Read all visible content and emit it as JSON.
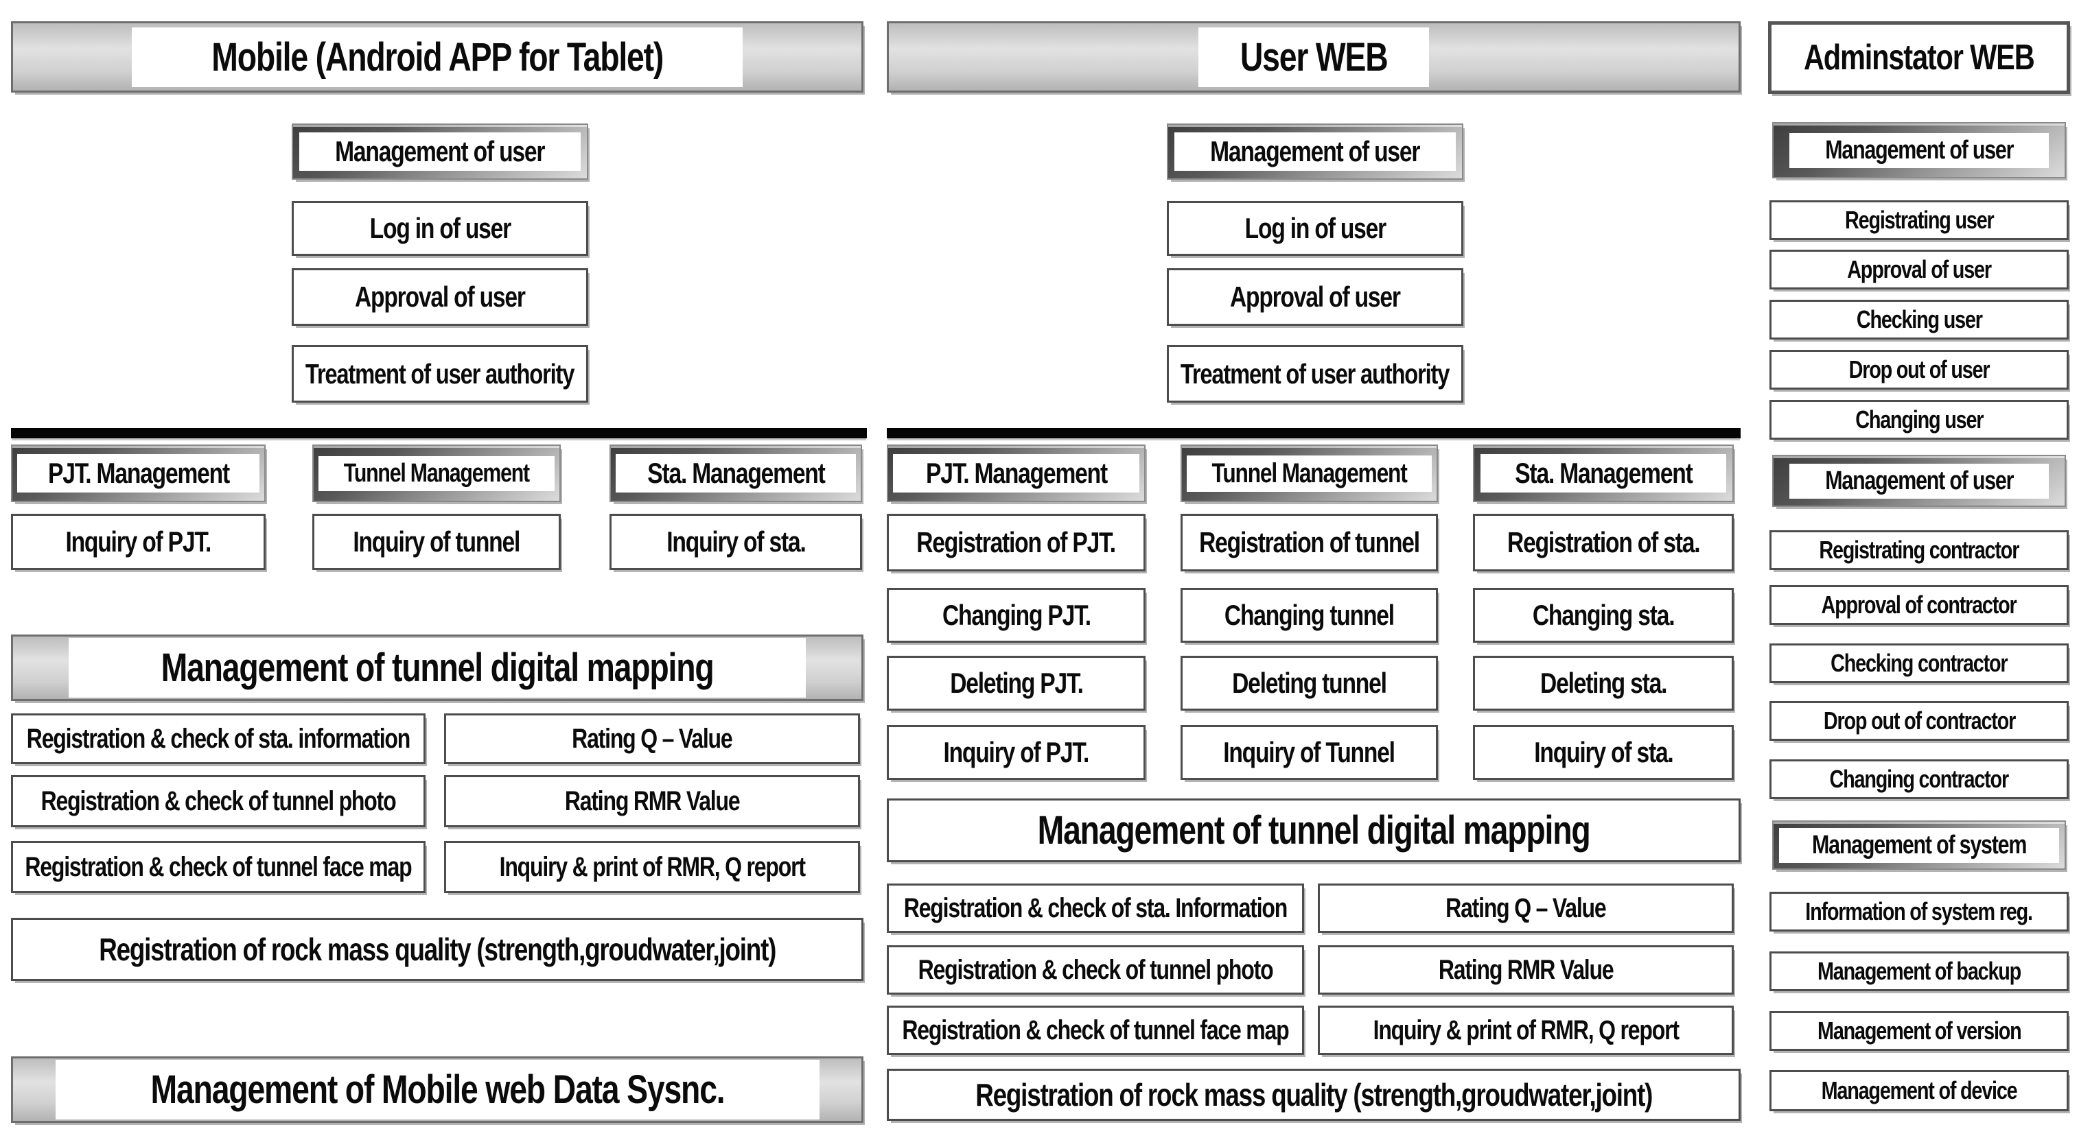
{
  "palette": {
    "black_bar": "#040404",
    "box_border": "#4d4d4d",
    "gradient_dark": "#3e3e3e",
    "gradient_light": "#dcdcdc",
    "gray_header_fill": "#c9c9c9"
  },
  "columns": {
    "mobile": {
      "title": "Mobile (Android APP for Tablet)",
      "user_mgmt": {
        "header": "Management of user",
        "items": [
          "Log in of user",
          "Approval of user",
          "Treatment of user authority"
        ]
      },
      "modules": [
        {
          "header": "PJT. Management",
          "items": [
            "Inquiry of PJT."
          ]
        },
        {
          "header": "Tunnel Management",
          "items": [
            "Inquiry of tunnel"
          ]
        },
        {
          "header": "Sta. Management",
          "items": [
            "Inquiry of sta."
          ]
        }
      ],
      "mapping": {
        "header": "Management of tunnel digital mapping",
        "left": [
          "Registration & check of sta. information",
          "Registration & check of tunnel photo",
          "Registration & check of tunnel face map"
        ],
        "right": [
          "Rating Q – Value",
          "Rating RMR Value",
          "Inquiry & print of RMR, Q report"
        ],
        "full": "Registration of rock mass quality (strength,groudwater,joint)"
      },
      "sync_header": "Management of Mobile web Data Sysnc."
    },
    "user_web": {
      "title": "User WEB",
      "user_mgmt": {
        "header": "Management of user",
        "items": [
          "Log in of user",
          "Approval of user",
          "Treatment of user authority"
        ]
      },
      "modules": [
        {
          "header": "PJT. Management",
          "items": [
            "Registration of PJT.",
            "Changing PJT.",
            "Deleting PJT.",
            "Inquiry of PJT."
          ]
        },
        {
          "header": "Tunnel Management",
          "items": [
            "Registration of tunnel",
            "Changing tunnel",
            "Deleting tunnel",
            "Inquiry of Tunnel"
          ]
        },
        {
          "header": "Sta. Management",
          "items": [
            "Registration of sta.",
            "Changing sta.",
            "Deleting sta.",
            "Inquiry of sta."
          ]
        }
      ],
      "mapping": {
        "header": "Management of tunnel digital mapping",
        "left": [
          "Registration & check of sta. Information",
          "Registration & check of tunnel photo",
          "Registration & check of tunnel face map"
        ],
        "right": [
          "Rating Q – Value",
          "Rating RMR Value",
          "Inquiry & print of RMR, Q report"
        ],
        "full": "Registration of rock mass quality (strength,groudwater,joint)"
      }
    },
    "admin": {
      "title": "Adminstator WEB",
      "sections": [
        {
          "header": "Management of user",
          "items": [
            "Registrating user",
            "Approval of user",
            "Checking user",
            "Drop out of user",
            "Changing user"
          ]
        },
        {
          "header": "Management of user",
          "items": [
            "Registrating contractor",
            "Approval of contractor",
            "Checking contractor",
            "Drop out of contractor",
            "Changing contractor"
          ]
        },
        {
          "header": "Management of system",
          "items": [
            "Information of system reg.",
            "Management of backup",
            "Management of version",
            "Management of device"
          ]
        }
      ]
    }
  }
}
